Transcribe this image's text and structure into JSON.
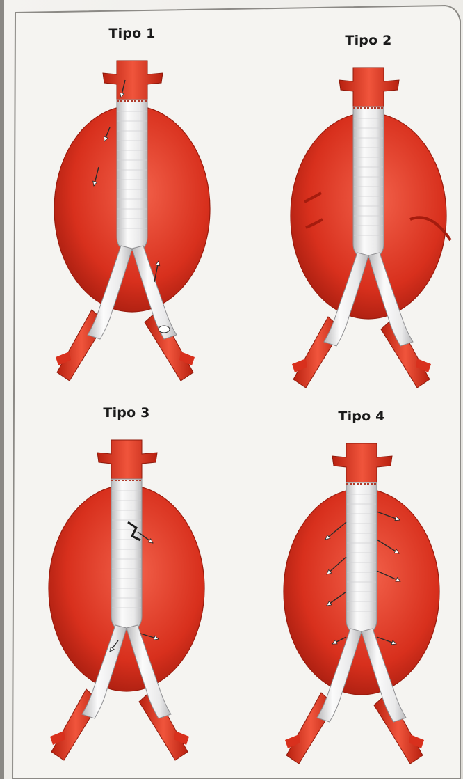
{
  "panels": [
    {
      "title": "Tipo 1"
    },
    {
      "title": "Tipo 2"
    },
    {
      "title": "Tipo 3"
    },
    {
      "title": "Tipo 4"
    }
  ],
  "colors": {
    "aneurysm": "#d8301d",
    "aneurysm_light": "#f2614a",
    "vessel": "#e23a23",
    "graft": "#e9e9ea",
    "graft_shadow": "#b8b8ba",
    "card": "#f3f2ef",
    "border": "#7a7874"
  },
  "icons": [
    "leak-arrow-icon",
    "collateral-flow-icon",
    "graft-junction-leak-icon",
    "porosity-leak-icon"
  ]
}
